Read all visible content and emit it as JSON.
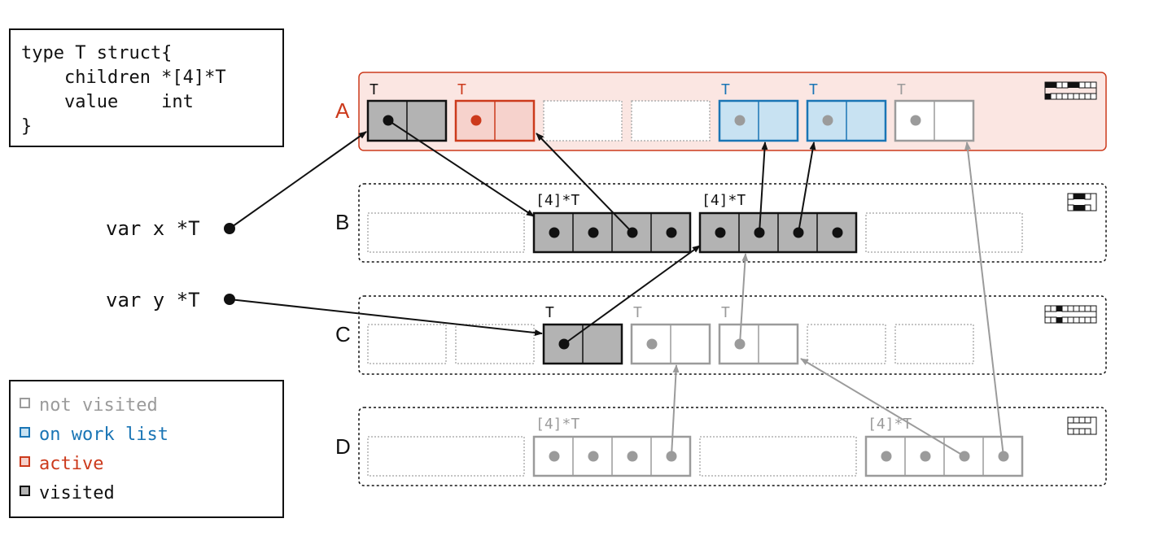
{
  "code": {
    "lines": [
      "type T struct{",
      "    children *[4]*T",
      "    value    int",
      "}"
    ]
  },
  "legend": {
    "items": [
      {
        "label": "not visited",
        "color": "#9b9b9b",
        "fill": "#ffffff"
      },
      {
        "label": "on work list",
        "color": "#1a75b5",
        "fill": "#c8e2f2"
      },
      {
        "label": "active",
        "color": "#cc3a1c",
        "fill": "#f6d2cc"
      },
      {
        "label": "visited",
        "color": "#111111",
        "fill": "#b3b3b3"
      }
    ]
  },
  "vars": [
    {
      "label": "var x *T"
    },
    {
      "label": "var y *T"
    }
  ],
  "spans": [
    {
      "label": "A",
      "color": "#cc3a1c"
    },
    {
      "label": "B",
      "color": "#111111"
    },
    {
      "label": "C",
      "color": "#111111"
    },
    {
      "label": "D",
      "color": "#111111"
    }
  ],
  "type_labels": {
    "t": "T",
    "arr": "[4]*T"
  },
  "colors": {
    "black": "#111111",
    "grey": "#9b9b9b",
    "red": "#cc3a1c",
    "blue": "#1a75b5",
    "visited_fill": "#b3b3b3",
    "active_fill": "#f6d2cc",
    "worklist_fill": "#c8e2f2",
    "span_active_fill": "#fbe6e2",
    "empty_border": "#b0b0b0"
  }
}
